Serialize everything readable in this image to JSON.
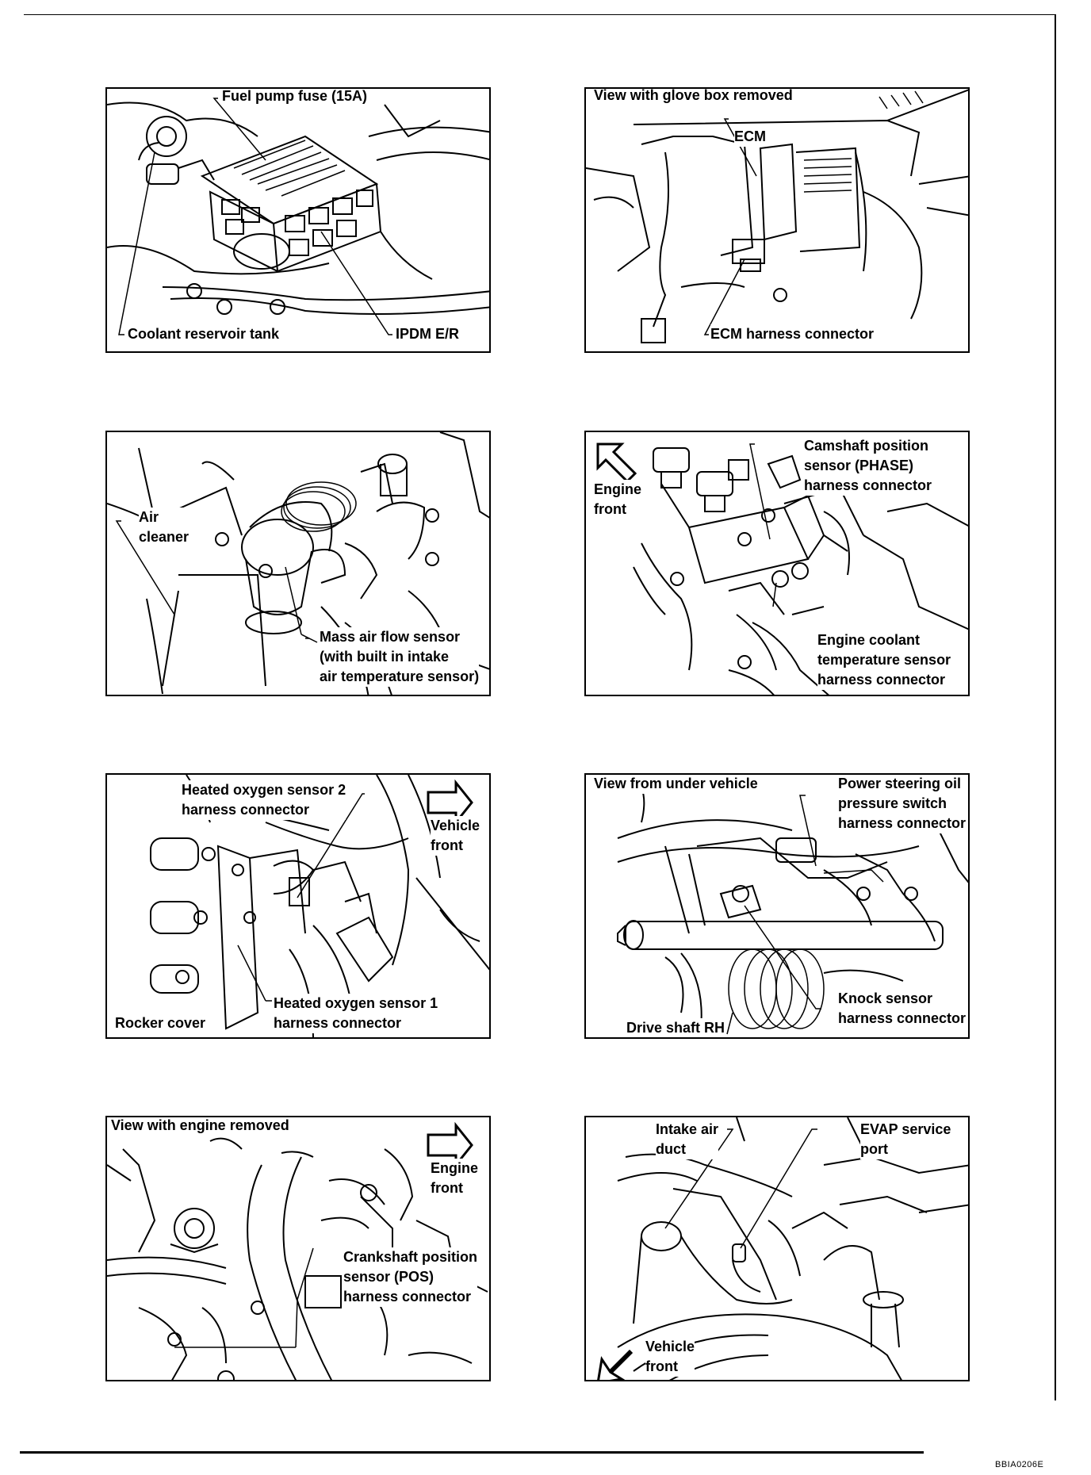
{
  "figure_id": "BBIA0206E",
  "panels": {
    "p1": {
      "fuel_pump_fuse": "Fuel pump fuse (15A)",
      "coolant_tank": "Coolant reservoir tank",
      "ipdm": "IPDM E/R"
    },
    "p2": {
      "view": "View with glove box removed",
      "ecm": "ECM",
      "ecm_connector": "ECM harness connector"
    },
    "p3": {
      "air_cleaner": [
        "Air",
        "cleaner"
      ],
      "maf": [
        "Mass air flow sensor",
        "(with built in intake",
        "air temperature sensor)"
      ]
    },
    "p4": {
      "engine_front": [
        "Engine",
        "front"
      ],
      "camshaft": [
        "Camshaft position",
        "sensor (PHASE)",
        "harness connector"
      ],
      "coolant_temp": [
        "Engine coolant",
        "temperature sensor",
        "harness connector"
      ]
    },
    "p5": {
      "ho2s2": [
        "Heated oxygen sensor 2",
        "harness connector"
      ],
      "vehicle_front": [
        "Vehicle",
        "front"
      ],
      "ho2s1": [
        "Heated oxygen sensor 1",
        "harness connector"
      ],
      "rocker_cover": "Rocker cover"
    },
    "p6": {
      "view": "View from under vehicle",
      "ps_switch": [
        "Power steering oil",
        "pressure switch",
        "harness connector"
      ],
      "knock_sensor": [
        "Knock sensor",
        "harness connector"
      ],
      "drive_shaft": "Drive shaft RH"
    },
    "p7": {
      "view": "View with engine removed",
      "engine_front": [
        "Engine",
        "front"
      ],
      "crankshaft": [
        "Crankshaft position",
        "sensor (POS)",
        "harness connector"
      ]
    },
    "p8": {
      "intake_duct": [
        "Intake air",
        "duct"
      ],
      "evap_port": [
        "EVAP service",
        "port"
      ],
      "vehicle_front": [
        "Vehicle",
        "front"
      ]
    }
  }
}
